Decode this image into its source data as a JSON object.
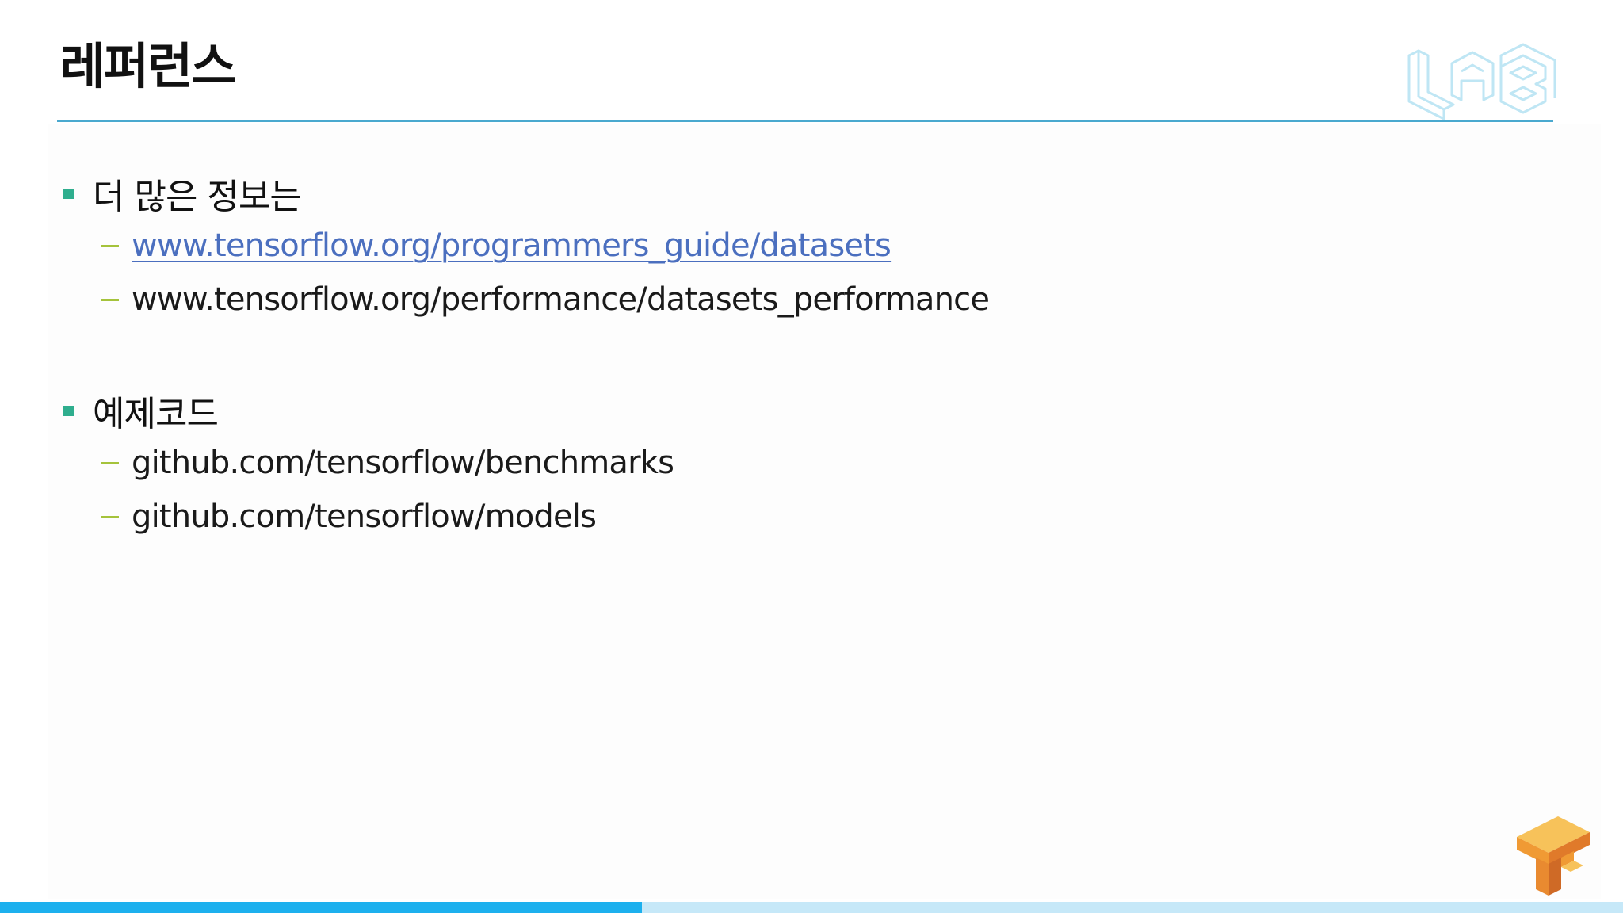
{
  "slide": {
    "title": "레퍼런스",
    "logo_text": "LAB",
    "sections": [
      {
        "heading": "더 많은 정보는",
        "items": [
          {
            "text": "www.tensorflow.org/programmers_guide/datasets",
            "is_link": true
          },
          {
            "text": "www.tensorflow.org/performance/datasets_performance",
            "is_link": false
          }
        ]
      },
      {
        "heading": "예제코드",
        "items": [
          {
            "text": "github.com/tensorflow/benchmarks",
            "is_link": false
          },
          {
            "text": "github.com/tensorflow/models",
            "is_link": false
          }
        ]
      }
    ]
  },
  "icons": {
    "bullet": "square-bullet-icon",
    "sub_bullet": "dash-bullet-icon",
    "corner_logo": "lab-logo",
    "brand_logo": "tensorflow-logo"
  },
  "colors": {
    "title_rule": "#4aa9cf",
    "bullet": "#2fae8e",
    "dash": "#a5c33b",
    "link": "#4b6fbf",
    "footer_primary": "#1cb0ee",
    "footer_secondary": "#c6e8f8",
    "tf_orange": "#f0a23a"
  }
}
